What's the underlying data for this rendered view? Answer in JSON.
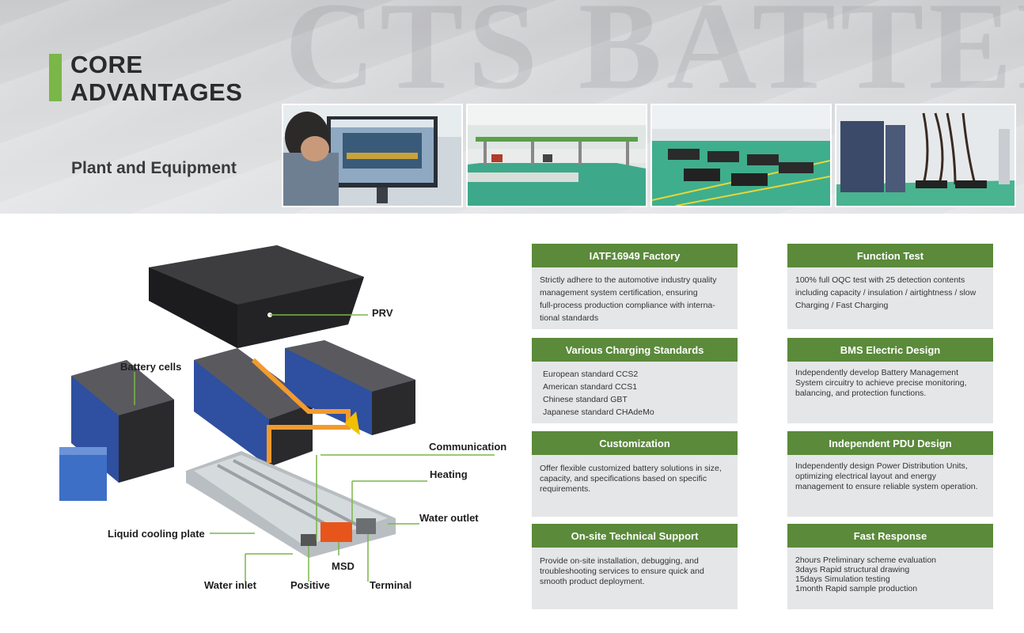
{
  "banner": {
    "watermark": "CTS BATTERY",
    "title_line1": "CORE",
    "title_line2": "ADVANTAGES",
    "subtitle": "Plant and Equipment",
    "accent_color": "#7ab648",
    "photos": [
      "engineer-at-monitor",
      "assembly-line",
      "battery-pack-workshop",
      "test-equipment-room"
    ]
  },
  "diagram": {
    "callouts": {
      "prv": "PRV",
      "battery_cells": "Battery cells",
      "communication": "Communication",
      "heating": "Heating",
      "water_outlet": "Water outlet",
      "liquid_cooling_plate": "Liquid cooling plate",
      "msd": "MSD",
      "water_inlet": "Water inlet",
      "positive": "Positive",
      "terminal": "Terminal"
    },
    "line_color": "#7ab648"
  },
  "cards": {
    "header_color": "#5a8a3a",
    "iatf": {
      "title": "IATF16949 Factory",
      "lines": [
        "Strictly adhere to the automotive industry quality",
        "management system certification, ensuring",
        "full-process production compliance with interna-",
        "tional standards"
      ]
    },
    "charging": {
      "title": "Various Charging Standards",
      "lines": [
        "European standard CCS2",
        "American standard CCS1",
        "Chinese standard GBT",
        "Japanese standard CHAdeMo"
      ]
    },
    "customization": {
      "title": "Customization",
      "lines": [
        "Offer flexible customized battery solutions in size,",
        "capacity, and specifications based on specific",
        "requirements."
      ]
    },
    "onsite": {
      "title": "On-site Technical Support",
      "lines": [
        "Provide on-site installation, debugging, and",
        "troubleshooting services to ensure quick and",
        "smooth product deployment."
      ]
    },
    "function_test": {
      "title": "Function Test",
      "lines": [
        "100% full OQC test with 25 detection contents",
        "including capacity / insulation / airtightness / slow",
        "Charging / Fast Charging"
      ]
    },
    "bms": {
      "title": "BMS Electric Design",
      "lines": [
        "Independently develop Battery Management",
        "System circuitry to achieve precise monitoring,",
        "balancing, and protection functions."
      ]
    },
    "pdu": {
      "title": "Independent PDU Design",
      "lines": [
        "Independently design Power Distribution Units,",
        "optimizing electrical layout and energy",
        "management to ensure reliable system operation."
      ]
    },
    "fast_response": {
      "title": "Fast Response",
      "lines": [
        "2hours Preliminary scheme evaluation",
        "3days Rapid structural drawing",
        "15days Simulation testing",
        "1month Rapid sample production"
      ]
    }
  }
}
